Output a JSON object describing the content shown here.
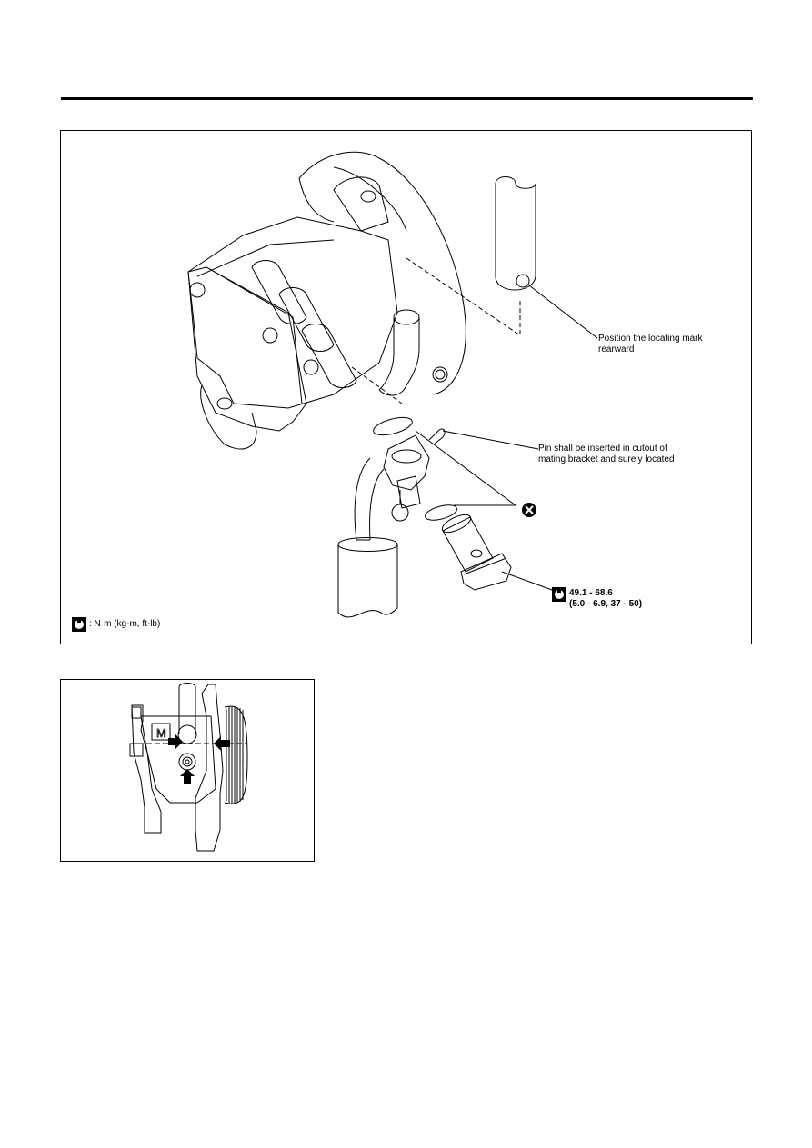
{
  "main_figure": {
    "callouts": {
      "locating_mark_line1": "Position the locating mark",
      "locating_mark_line2": "rearward",
      "pin_line1": "Pin shall be inserted in cutout of",
      "pin_line2": "mating bracket and surely located",
      "torque_line1": "49.1 - 68.6",
      "torque_line2": "(5.0 - 6.9, 37 - 50)"
    },
    "legend": {
      "units": ": N·m (kg-m, ft-lb)"
    },
    "icons": [
      "torque-wrench-icon",
      "do-not-reuse-icon"
    ]
  },
  "detail_figure": {
    "label": "M"
  },
  "colors": {
    "line": "#000000",
    "background": "#ffffff"
  }
}
